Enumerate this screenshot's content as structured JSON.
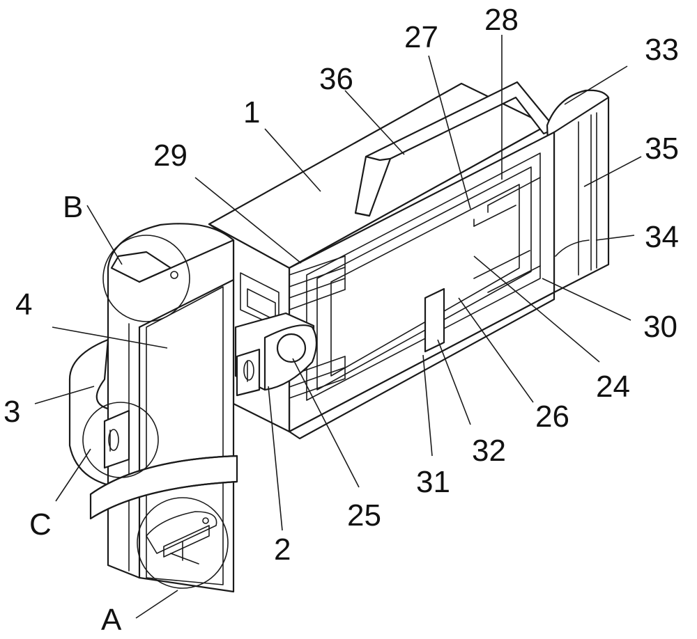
{
  "labels": {
    "l1": "1",
    "l2": "2",
    "l3": "3",
    "l4": "4",
    "l24": "24",
    "l25": "25",
    "l26": "26",
    "l27": "27",
    "l28": "28",
    "l29": "29",
    "l30": "30",
    "l31": "31",
    "l32": "32",
    "l33": "33",
    "l34": "34",
    "l35": "35",
    "l36": "36",
    "lA": "A",
    "lB": "B",
    "lC": "C"
  }
}
